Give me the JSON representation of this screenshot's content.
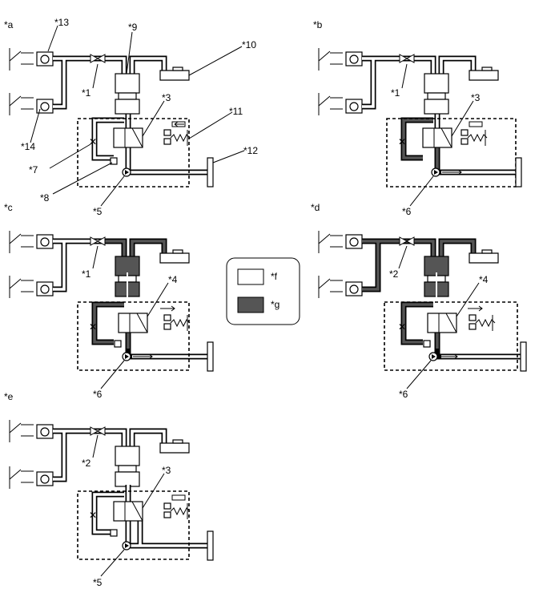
{
  "panels": [
    {
      "id": "a",
      "label": "*a",
      "callouts": [
        "*13",
        "*9",
        "*10",
        "*1",
        "*3",
        "*11",
        "*14",
        "*12",
        "*7",
        "*8",
        "*5"
      ]
    },
    {
      "id": "b",
      "label": "*b",
      "callouts": [
        "*1",
        "*3",
        "*6"
      ]
    },
    {
      "id": "c",
      "label": "*c",
      "callouts": [
        "*1",
        "*4",
        "*6"
      ]
    },
    {
      "id": "d",
      "label": "*d",
      "callouts": [
        "*2",
        "*4",
        "*6"
      ]
    },
    {
      "id": "e",
      "label": "*e",
      "callouts": [
        "*2",
        "*3",
        "*5"
      ]
    }
  ],
  "legend": {
    "items": [
      {
        "swatch": "#ffffff",
        "label": "*f"
      },
      {
        "swatch": "#555555",
        "label": "*g"
      }
    ]
  },
  "colors": {
    "pressurized": "#555555",
    "line": "#000000",
    "background": "#ffffff"
  }
}
